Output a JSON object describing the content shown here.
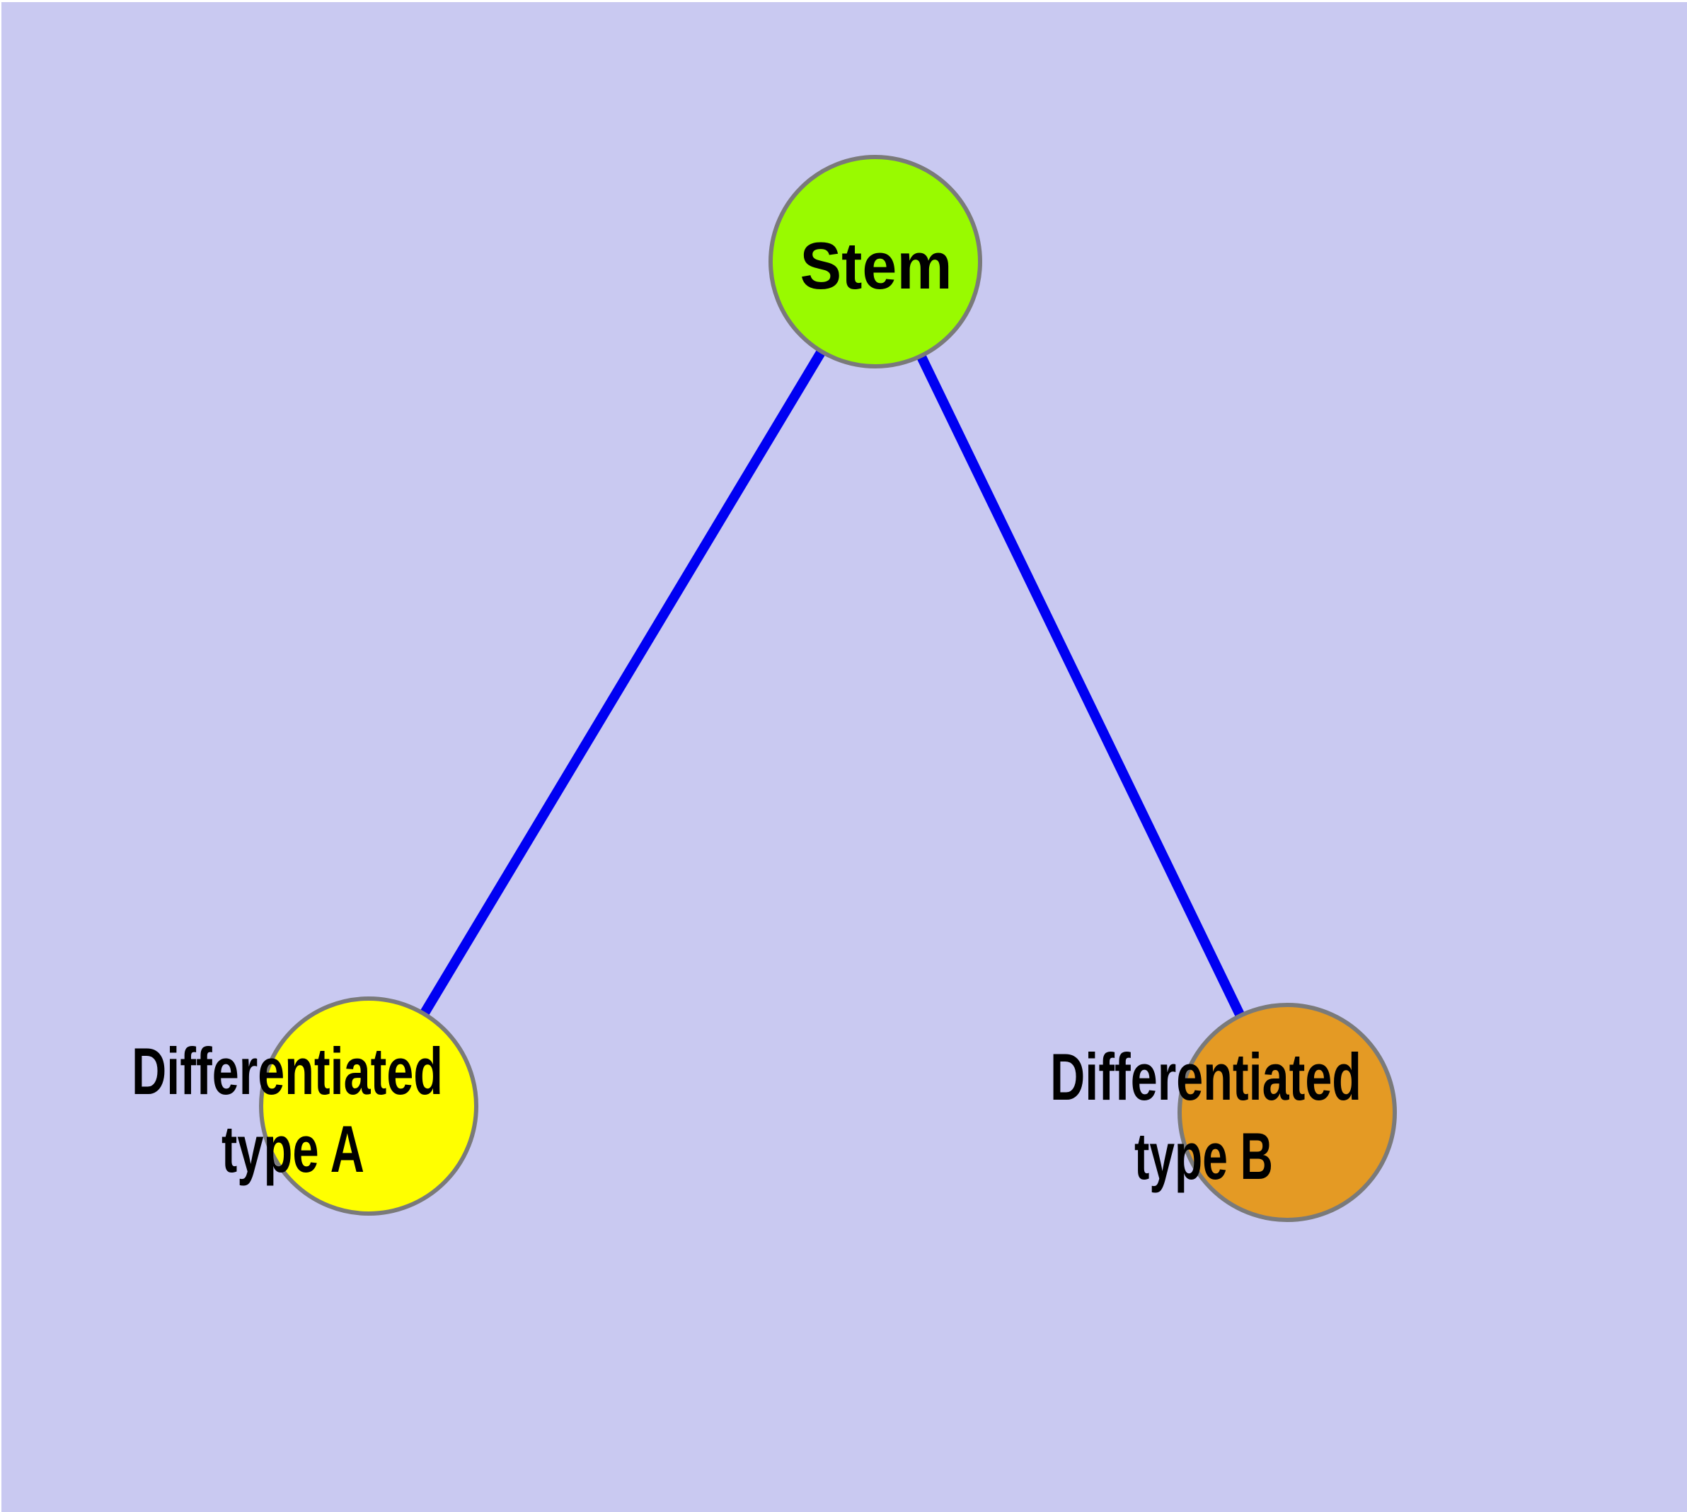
{
  "figure": {
    "type": "node-link-diagram",
    "background_color": "#C9C9F1",
    "frame_highlight_color": "#FFFFFF"
  },
  "graph": {
    "nodes": [
      {
        "id": "stem",
        "label": "Stem",
        "fill_color": "#99FA00"
      },
      {
        "id": "differentiated-type-a",
        "label_lines": [
          "Differentiated",
          "type A"
        ],
        "fill_color": "#FFFF00"
      },
      {
        "id": "differentiated-type-b",
        "label_lines": [
          "Differentiated",
          "type B"
        ],
        "fill_color": "#E49A24"
      }
    ],
    "edges": [
      {
        "from": "stem",
        "to": "differentiated-type-a"
      },
      {
        "from": "stem",
        "to": "differentiated-type-b"
      }
    ],
    "style": {
      "node_border_color": "#7A7A7A",
      "edge_color": "#0000F2",
      "label_color": "#000000"
    }
  }
}
